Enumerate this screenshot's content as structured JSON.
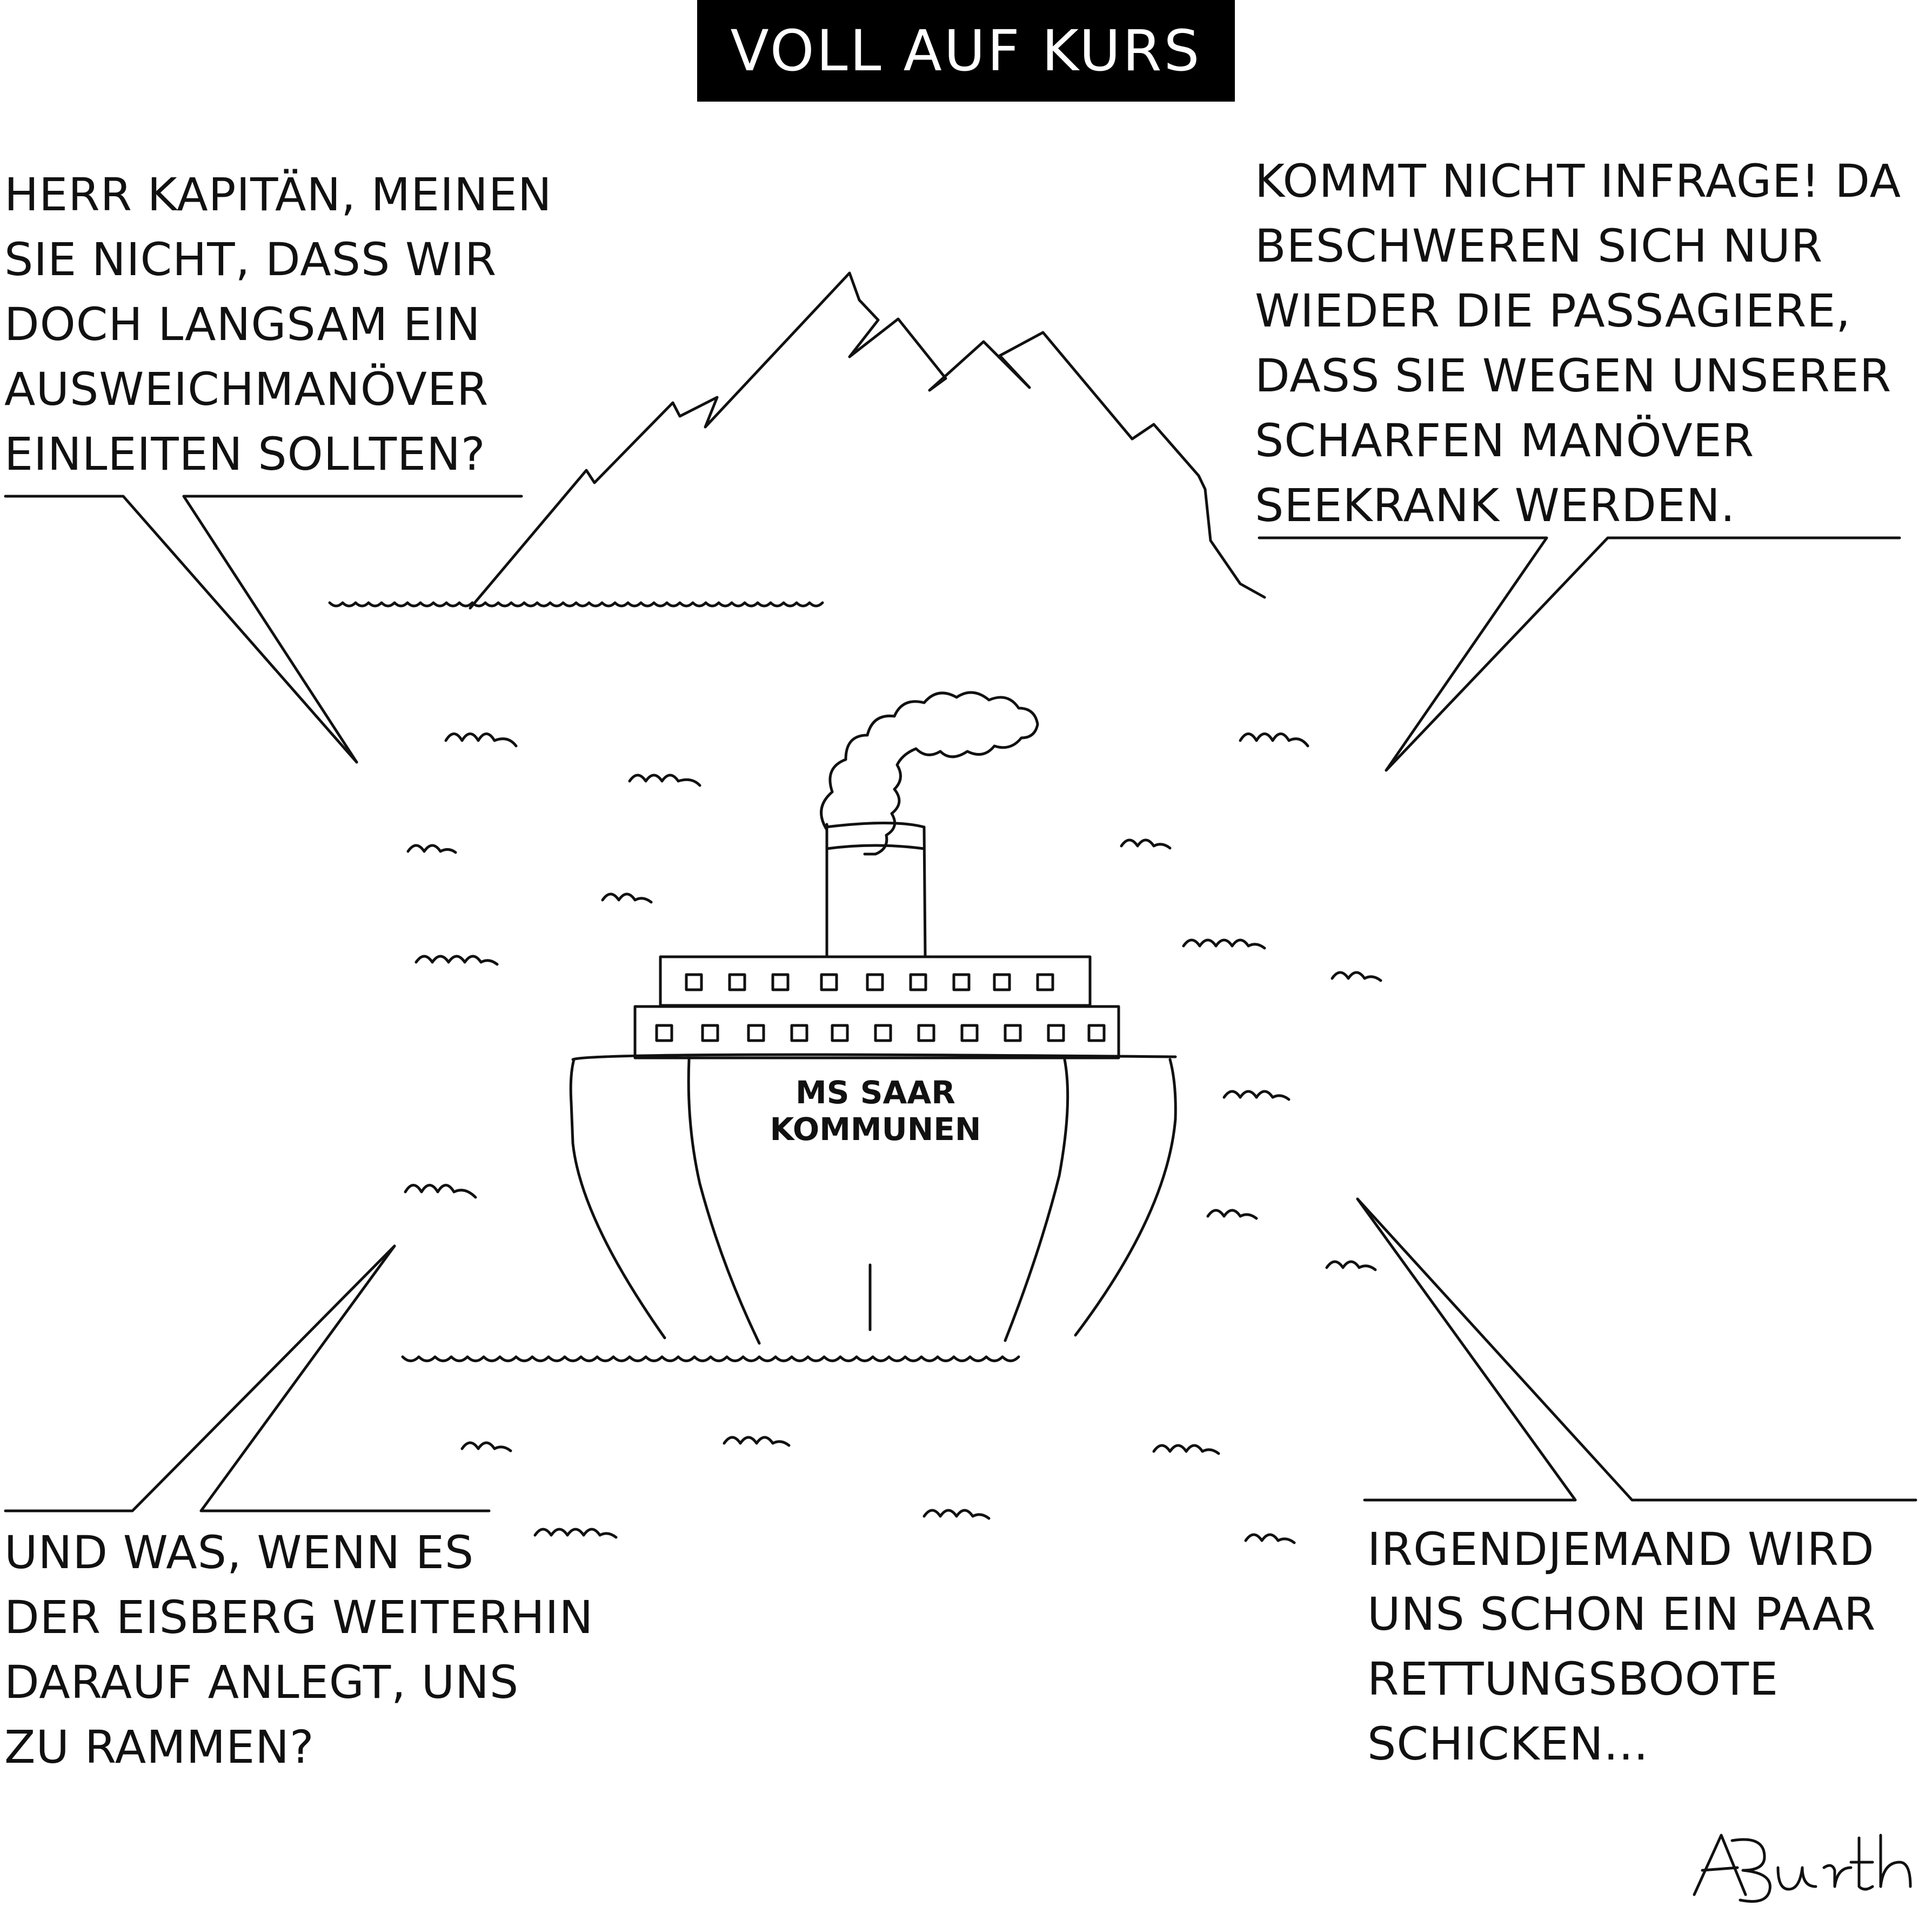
{
  "title": "VOLL AUF KURS",
  "speech": {
    "top_left": "HERR KAPITÄN, MEINEN\nSIE NICHT, DASS WIR\nDOCH LANGSAM EIN\nAUSWEICHMANÖVER\nEINLEITEN SOLLTEN?",
    "top_right": "KOMMT NICHT INFRAGE! DA\nBESCHWEREN SICH NUR\nWIEDER DIE PASSAGIERE,\nDASS SIE WEGEN UNSERER\nSCHARFEN MANÖVER\nSEEKRANK WERDEN.",
    "bottom_left": "UND WAS, WENN ES\nDER EISBERG WEITERHIN\nDARAUF ANLEGT, UNS\nZU RAMMEN?",
    "bottom_right": "IRGENDJEMAND WIRD\nUNS SCHON EIN PAAR\nRETTUNGSBOOTE\nSCHICKEN..."
  },
  "ship": {
    "name": "MS SAAR KOMMUNEN"
  },
  "signature": "ABurth"
}
